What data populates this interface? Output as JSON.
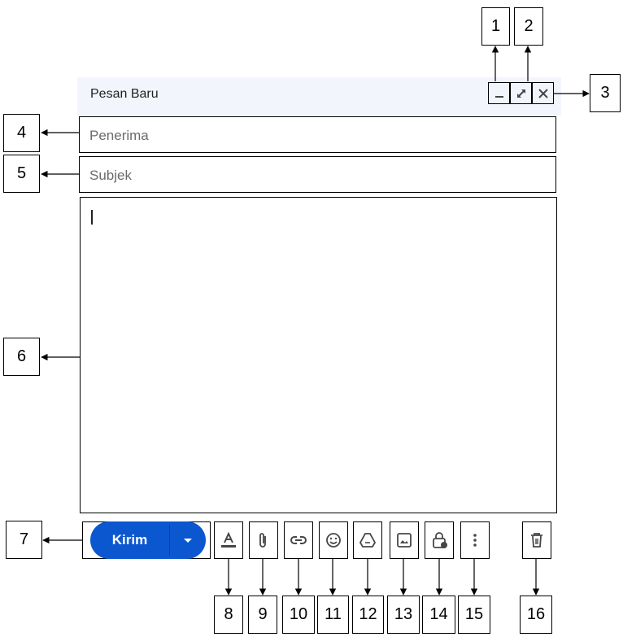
{
  "compose": {
    "title": "Pesan Baru",
    "recipients_placeholder": "Penerima",
    "subject_placeholder": "Subjek",
    "body_value": "",
    "send_label": "Kirim",
    "header_icons": [
      "minimize-icon",
      "expand-icon",
      "close-icon"
    ],
    "toolbar_icons": [
      "format-text-icon",
      "attach-file-icon",
      "insert-link-icon",
      "emoji-icon",
      "drive-icon",
      "insert-photo-icon",
      "confidential-mode-icon",
      "more-options-icon",
      "trash-icon"
    ]
  },
  "callouts": [
    "1",
    "2",
    "3",
    "4",
    "5",
    "6",
    "7",
    "8",
    "9",
    "10",
    "11",
    "12",
    "13",
    "14",
    "15",
    "16"
  ],
  "colors": {
    "header_bg": "#f2f6fc",
    "send_button": "#0b57d0",
    "icon": "#444746"
  }
}
